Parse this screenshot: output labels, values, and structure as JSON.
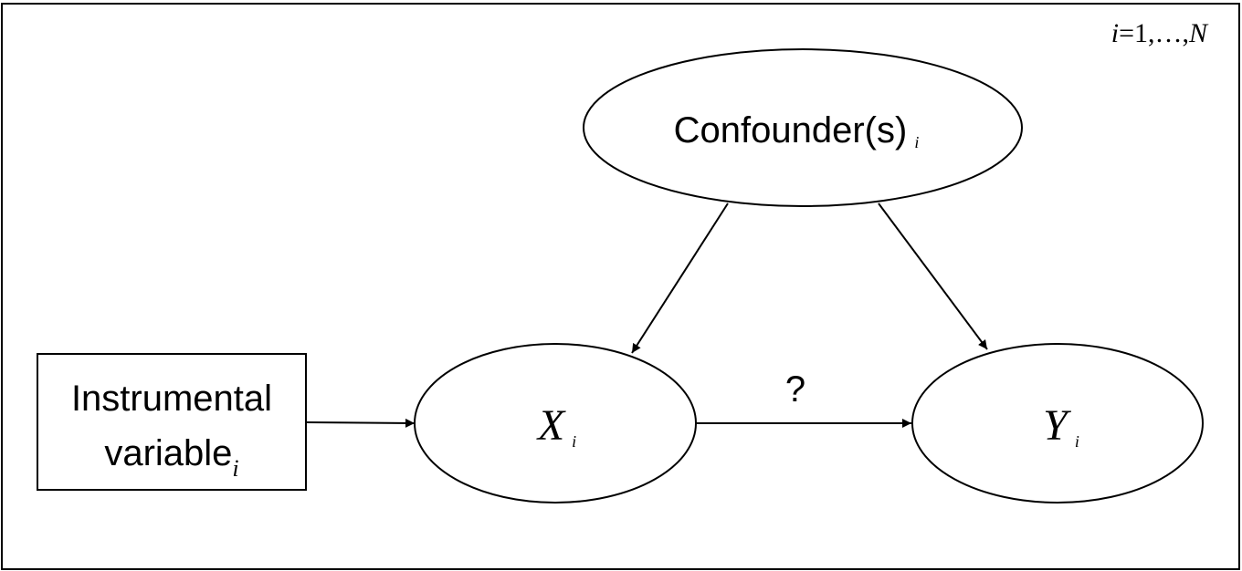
{
  "plate": {
    "index_var": "i",
    "range_text": "=1,…,",
    "upper": "N"
  },
  "nodes": {
    "confounder": {
      "label": "Confounder(s)",
      "sub": "i"
    },
    "instrument": {
      "line1": "Instrumental",
      "line2": "variable",
      "sub": "i"
    },
    "x": {
      "label": "X",
      "sub": "i"
    },
    "y": {
      "label": "Y",
      "sub": "i"
    }
  },
  "edges": {
    "x_to_y_label": "?"
  },
  "colors": {
    "stroke": "#000000",
    "background": "#ffffff"
  }
}
